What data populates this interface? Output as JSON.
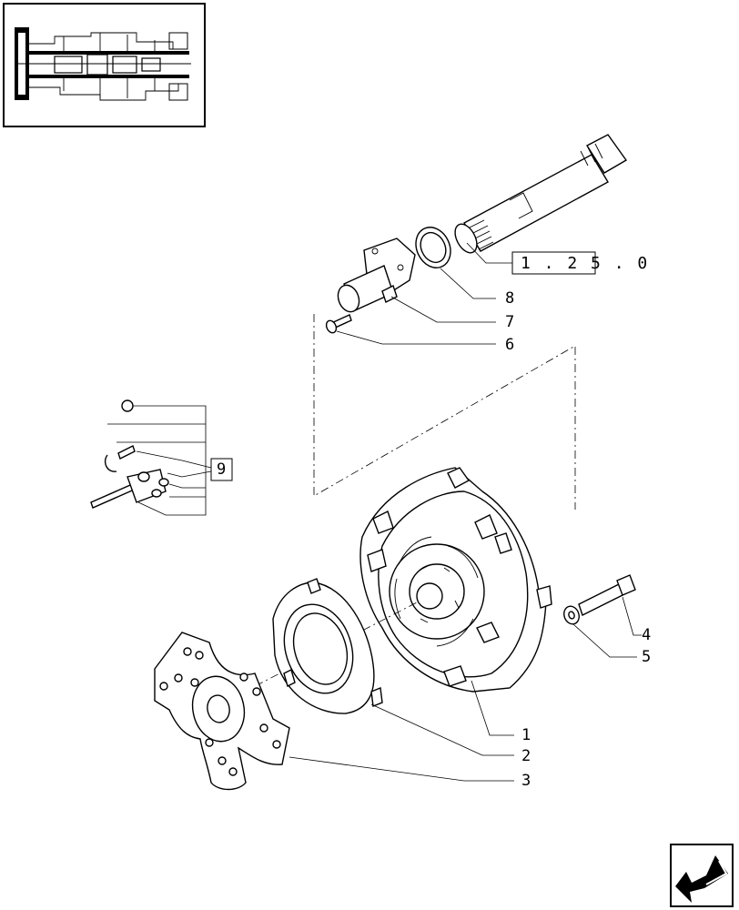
{
  "callouts": {
    "c1": "1",
    "c2": "2",
    "c3": "3",
    "c4": "4",
    "c5": "5",
    "c6": "6",
    "c7": "7",
    "c8": "8",
    "c9": "9"
  },
  "reference": {
    "label": "1 . 2 5 . 0"
  },
  "icons": {
    "overview": "transmission-overview-thumbnail",
    "nav": "previous-page-arrow-icon"
  },
  "colors": {
    "ink": "#000000",
    "paper": "#ffffff"
  }
}
